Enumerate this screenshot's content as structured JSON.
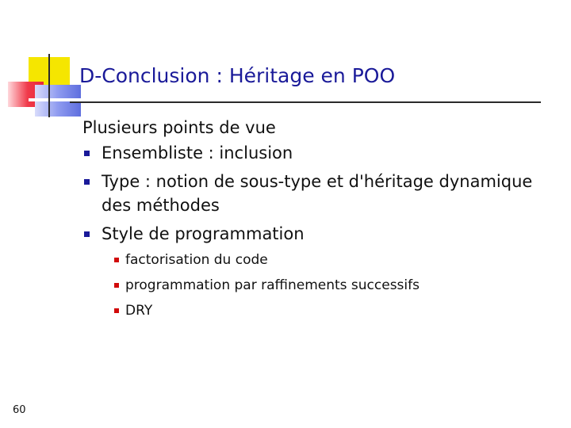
{
  "slide": {
    "title": "D-Conclusion : Héritage en POO",
    "intro": "Plusieurs points de vue",
    "bullets": [
      {
        "text": "Ensembliste : inclusion"
      },
      {
        "text": "Type : notion de sous-type et d'héritage dynamique des méthodes"
      },
      {
        "text": "Style de programmation"
      }
    ],
    "sub_bullets": [
      {
        "text": "factorisation du code"
      },
      {
        "text": "programmation par raffinements successifs"
      },
      {
        "text": "DRY"
      }
    ],
    "page_number": "60"
  },
  "colors": {
    "title": "#1a1a99",
    "bullet_marker": "#1a1a99",
    "sub_bullet_marker": "#d10a0a",
    "deco_yellow": "#f5e600",
    "deco_red": "#f03a4a",
    "deco_blue": "#6f7fe6"
  }
}
